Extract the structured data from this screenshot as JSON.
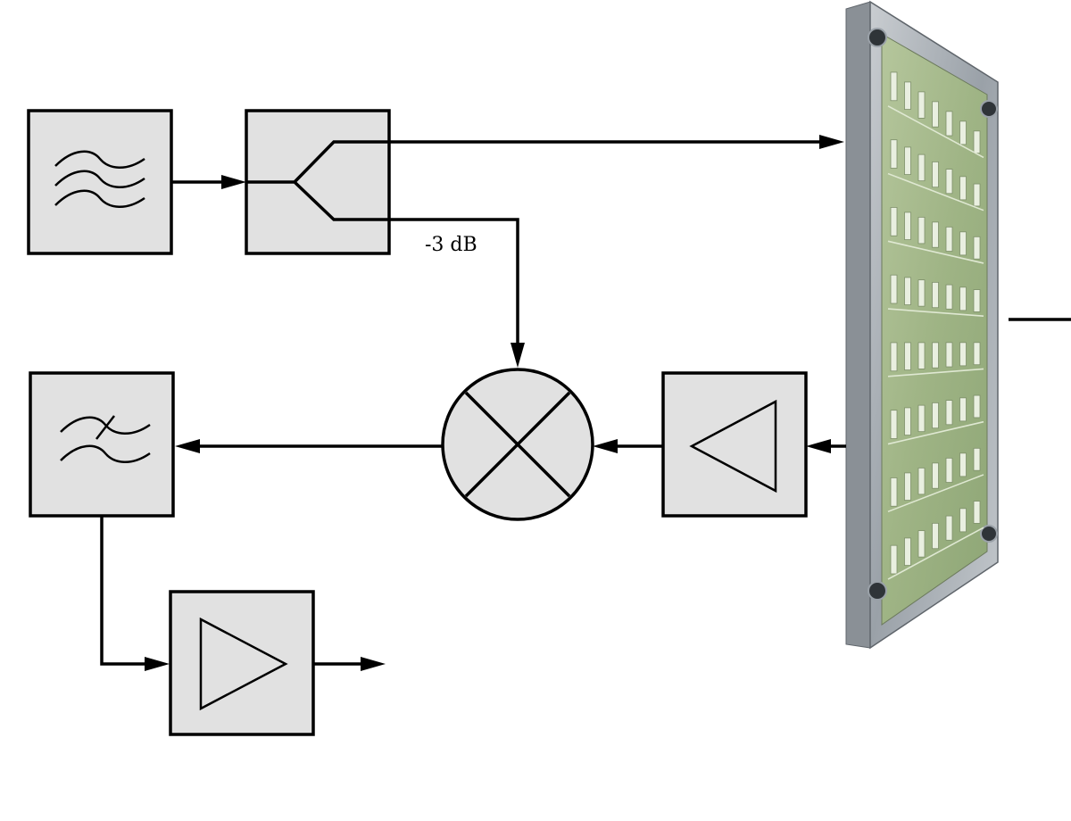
{
  "diagram": {
    "labels": {
      "attenuation": "-3 dB"
    },
    "blocks": [
      {
        "id": "oscillator",
        "icon": "three-wave-icon"
      },
      {
        "id": "power-divider",
        "icon": "split-icon"
      },
      {
        "id": "mixer",
        "icon": "mixer-x-icon"
      },
      {
        "id": "rx-amplifier",
        "icon": "amplifier-left-icon"
      },
      {
        "id": "lowpass-filter",
        "icon": "crossed-wave-icon"
      },
      {
        "id": "output-amplifier",
        "icon": "amplifier-right-icon"
      },
      {
        "id": "patch-antenna",
        "icon": "patch-array-antenna-icon"
      }
    ],
    "colors": {
      "block_fill": "#e1e1e1",
      "line": "#000000",
      "antenna_board": "#a8bd8c",
      "antenna_frame": "#aeb4ba"
    }
  }
}
